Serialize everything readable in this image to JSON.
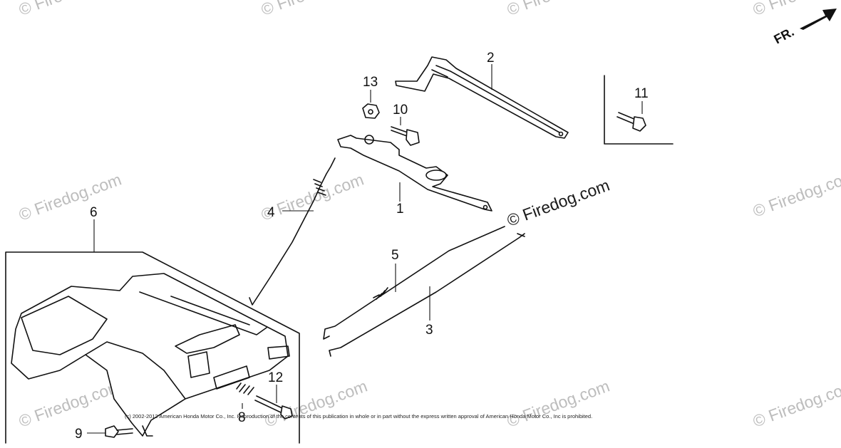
{
  "callouts": [
    {
      "id": "1",
      "label": "1"
    },
    {
      "id": "2",
      "label": "2"
    },
    {
      "id": "3",
      "label": "3"
    },
    {
      "id": "4",
      "label": "4"
    },
    {
      "id": "5",
      "label": "5"
    },
    {
      "id": "6",
      "label": "6"
    },
    {
      "id": "8",
      "label": "8"
    },
    {
      "id": "9",
      "label": "9"
    },
    {
      "id": "10",
      "label": "10"
    },
    {
      "id": "11",
      "label": "11"
    },
    {
      "id": "12",
      "label": "12"
    },
    {
      "id": "13",
      "label": "13"
    }
  ],
  "direction_label": "FR.",
  "watermark_text": "© Firedog.com",
  "copyright": "(c) 2002-2012 American Honda Motor Co., Inc. Reproduction of the contents of this publication in whole or in part without the express written approval of American Honda Motor Co., Inc is prohibited."
}
